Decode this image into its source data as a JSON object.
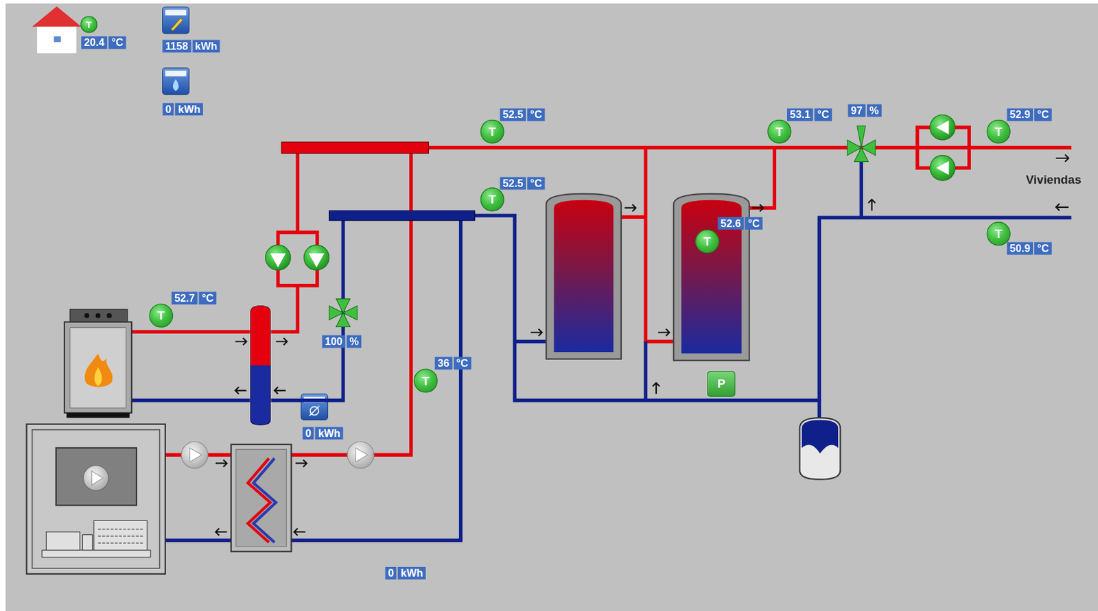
{
  "diagram": {
    "nodes": [
      {
        "text": [
          "T"
        ]
      },
      {
        "text": [
          "20.4",
          "°C"
        ]
      },
      {
        "text": [
          "1158",
          "kWh"
        ]
      },
      {
        "text": [
          "0",
          "kWh"
        ]
      },
      {
        "text": [
          "52.5",
          "°C"
        ]
      },
      {
        "text": [
          "53.1",
          "°C"
        ]
      },
      {
        "text": [
          "97",
          "%"
        ]
      },
      {
        "text": [
          "52.9",
          "°C"
        ]
      },
      {
        "text": [
          "T"
        ]
      },
      {
        "text": [
          "T"
        ]
      },
      {
        "text": [
          "T"
        ]
      },
      {
        "text": [
          "52.5",
          "°C"
        ]
      },
      {
        "text": [
          "T"
        ]
      },
      {
        "text": [
          "52.6",
          "°C"
        ]
      },
      {
        "text": [
          "T"
        ]
      },
      {
        "text": [
          "T"
        ]
      },
      {
        "text": [
          "50.9",
          "°C"
        ]
      },
      {
        "text": [
          "52.7",
          "°C"
        ]
      },
      {
        "text": [
          "T"
        ]
      },
      {
        "text": [
          "100",
          "%"
        ]
      },
      {
        "text": [
          "36",
          "°C"
        ]
      },
      {
        "text": [
          "T"
        ]
      },
      {
        "text": [
          "P"
        ]
      },
      {
        "text": [
          "0",
          "kWh"
        ]
      },
      {
        "text": [
          "0",
          "kWh"
        ]
      }
    ],
    "labels": [
      "Viviendas"
    ]
  }
}
